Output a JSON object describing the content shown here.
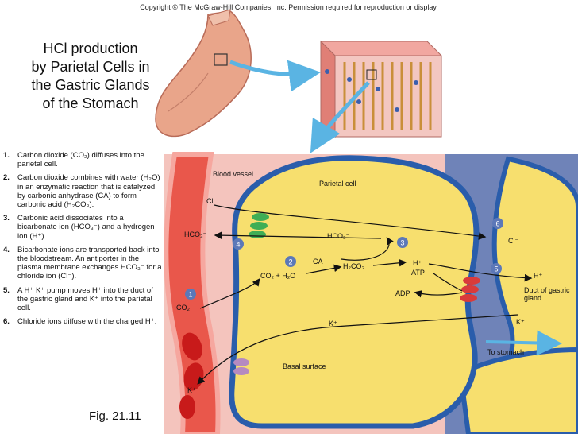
{
  "copyright": "Copyright © The McGraw-Hill Companies, Inc. Permission required for reproduction or display.",
  "title_lines": [
    "HCl production",
    "by Parietal Cells in",
    "the Gastric Glands",
    "of the Stomach"
  ],
  "steps": [
    {
      "num": "1.",
      "text": "Carbon dioxide (CO₂) diffuses into the parietal cell."
    },
    {
      "num": "2.",
      "text": "Carbon dioxide combines with water (H₂O) in an enzymatic reaction that is catalyzed by carbonic anhydrase (CA) to form carbonic acid (H₂CO₃)."
    },
    {
      "num": "3.",
      "text": "Carbonic acid dissociates into a bicarbonate ion (HCO₃⁻) and a hydrogen ion (H⁺)."
    },
    {
      "num": "4.",
      "text": "Bicarbonate ions are transported back into the bloodstream. An antiporter in the plasma membrane exchanges HCO₃⁻ for a chloride ion (Cl⁻)."
    },
    {
      "num": "5.",
      "text": "A H⁺ K⁺ pump moves H⁺ into the duct of the gastric gland and K⁺ into the parietal cell."
    },
    {
      "num": "6.",
      "text": "Chloride ions diffuse with the charged H⁺."
    }
  ],
  "figure_label": "Fig. 21.11",
  "diagram": {
    "blood_vessel": "Blood vessel",
    "parietal_cell": "Parietal cell",
    "cl_in": "Cl⁻",
    "hco3_blood": "HCO₃⁻",
    "hco3_cell": "HCO₃⁻",
    "co2_h2o": "CO₂ + H₂O",
    "ca": "CA",
    "h2co3": "H₂CO₃",
    "h_plus": "H⁺",
    "atp": "ATP",
    "adp": "ADP",
    "k_plus_cell": "K⁺",
    "co2": "CO₂",
    "cl_out": "Cl⁻",
    "h_plus_out": "H⁺",
    "duct": "Duct of gastric gland",
    "k_plus_duct": "K⁺",
    "to_stomach": "To stomach",
    "basal_surface": "Basal surface",
    "k_plus_blood": "K⁺",
    "markers": [
      "1",
      "2",
      "3",
      "4",
      "5",
      "6"
    ]
  },
  "colors": {
    "cell": "#f7df6e",
    "membrane": "#2a5dab",
    "lumen": "#6f83b8",
    "blood": "#e9574b",
    "marker": "#5c78b8",
    "antiporter": "#3fae55",
    "pump": "#d93b3b",
    "basal_channel": "#b58ac0",
    "arrow": "#5ab4e3"
  }
}
